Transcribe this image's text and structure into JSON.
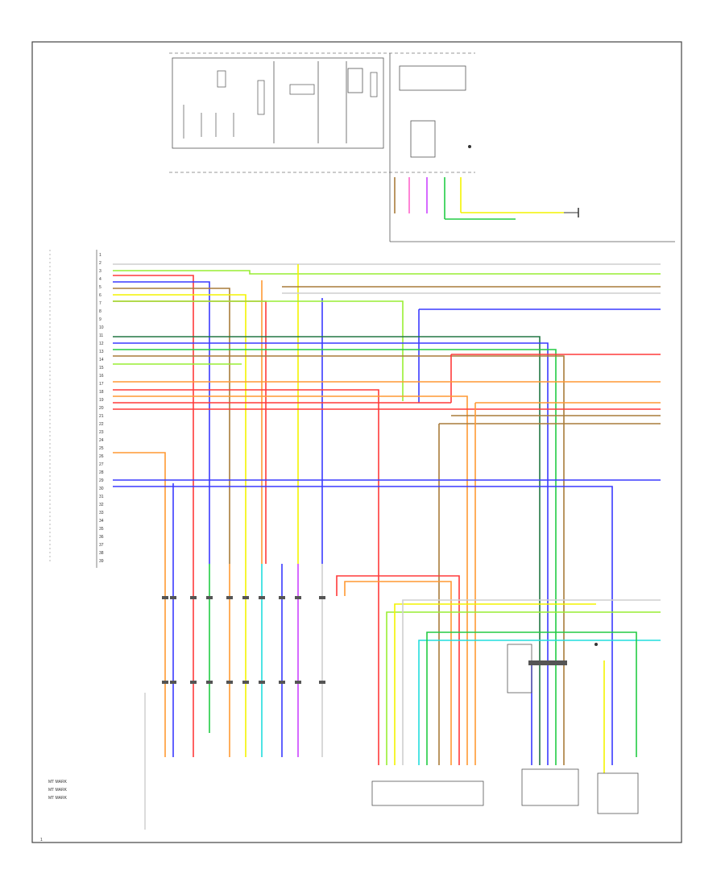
{
  "page_id": "1",
  "colors": {
    "red": "#ff3a3a",
    "blue": "#3a3aff",
    "green": "#22cc44",
    "lime": "#99ee33",
    "yellow": "#f4f400",
    "orange": "#ff9933",
    "brown": "#a87c3a",
    "violet": "#cc44ff",
    "cyan": "#22dddd",
    "darkgreen": "#227744",
    "grey": "#999999",
    "black": "#222222",
    "pink": "#ff66cc",
    "white_wire": "#cfcfcf"
  },
  "legend": {
    "items": [
      "MT MARK",
      "MT MARK",
      "MT MARK"
    ]
  }
}
